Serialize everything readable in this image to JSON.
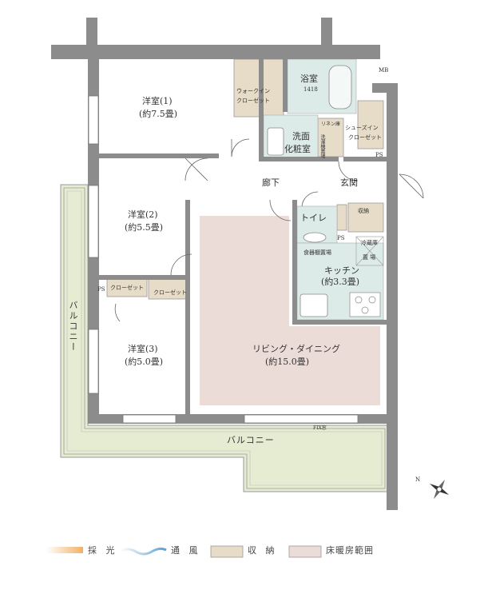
{
  "rooms": {
    "western1_name": "洋室(1)",
    "western1_size": "(約7.5畳)",
    "western2_name": "洋室(2)",
    "western2_size": "(約5.5畳)",
    "western3_name": "洋室(3)",
    "western3_size": "(約5.0畳)",
    "walkin_line1": "ウォークイン",
    "walkin_line2": "クローゼット",
    "bath_name": "浴室",
    "bath_size": "1418",
    "washroom_line1": "洗面",
    "washroom_line2": "化粧室",
    "linen": "リネン庫",
    "washer": "洗濯機置場",
    "shoes_line1": "シューズイン",
    "shoes_line2": "クローゼット",
    "corridor": "廊下",
    "entrance": "玄関",
    "toilet": "トイレ",
    "storage": "収納",
    "ps": "PS",
    "mb": "MB",
    "fridge_line1": "冷蔵庫",
    "fridge_line2": "置 場",
    "dish_shelf": "食器棚置場",
    "kitchen_name": "キッチン",
    "kitchen_size": "(約3.3畳)",
    "closet": "クローゼット",
    "living_name": "リビング・ダイニング",
    "living_size": "(約15.0畳)",
    "balcony_side": "バルコニー",
    "balcony_bottom": "バルコニー",
    "fix_window": "FIX窓",
    "compass_n": "N"
  },
  "legend": {
    "lighting": "採 光",
    "ventilation": "通 風",
    "storage": "収 納",
    "floor_heating": "床暖房範囲"
  },
  "colors": {
    "wall": "#8c8c8c",
    "storage_fill": "#e6dcc8",
    "wet_area_fill": "#dcebe8",
    "floor_heating_fill": "#ecdcd8",
    "balcony_fill": "#e5ecd2",
    "light_arrow": "#f2b064",
    "wind_arrow": "#5aa0d2"
  }
}
